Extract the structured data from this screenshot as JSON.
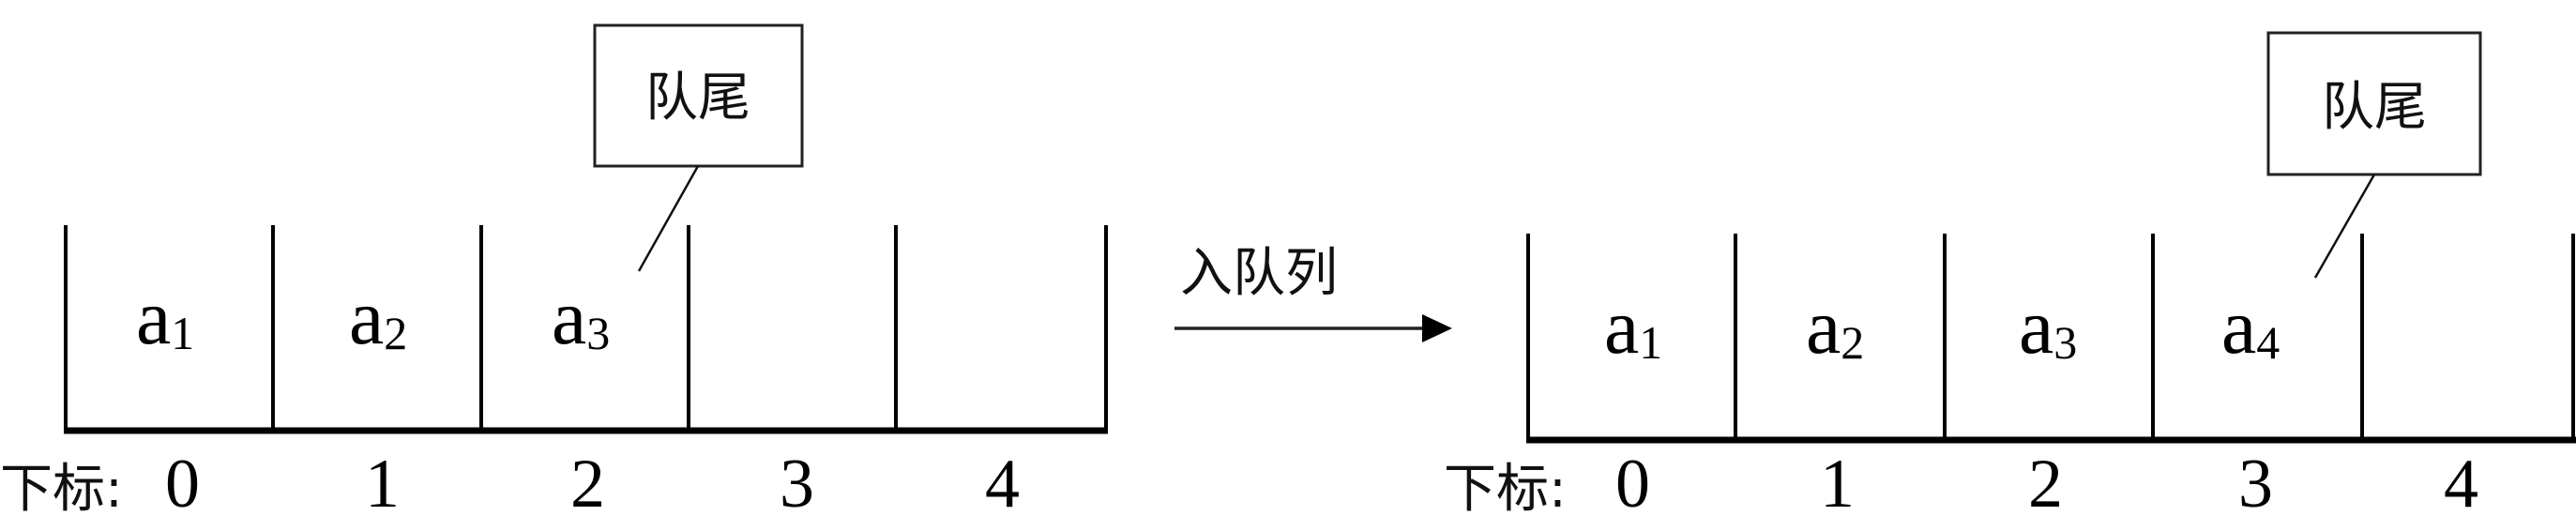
{
  "arrow_label": "入队列",
  "index_prefix": "下标:",
  "before": {
    "tail_label": "队尾",
    "cells": [
      {
        "base": "a",
        "sub": "1"
      },
      {
        "base": "a",
        "sub": "2"
      },
      {
        "base": "a",
        "sub": "3"
      },
      {
        "base": "",
        "sub": ""
      },
      {
        "base": "",
        "sub": ""
      }
    ],
    "indices": [
      "0",
      "1",
      "2",
      "3",
      "4"
    ]
  },
  "after": {
    "tail_label": "队尾",
    "cells": [
      {
        "base": "a",
        "sub": "1"
      },
      {
        "base": "a",
        "sub": "2"
      },
      {
        "base": "a",
        "sub": "3"
      },
      {
        "base": "a",
        "sub": "4"
      },
      {
        "base": "",
        "sub": ""
      }
    ],
    "indices": [
      "0",
      "1",
      "2",
      "3",
      "4"
    ]
  }
}
